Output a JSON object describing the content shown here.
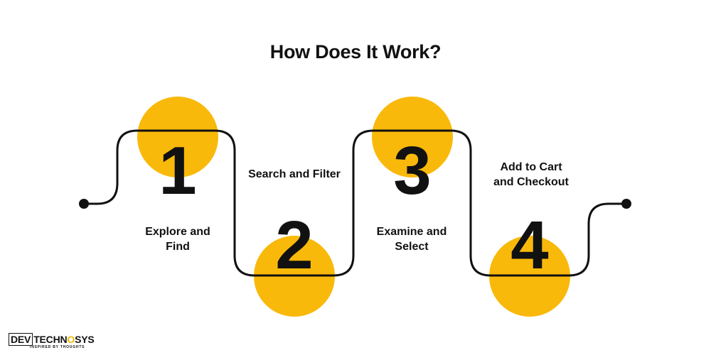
{
  "title": "How Does It Work?",
  "steps": [
    {
      "number": "1",
      "label": "Explore and\nFind"
    },
    {
      "number": "2",
      "label": "Search and Filter"
    },
    {
      "number": "3",
      "label": "Examine and\nSelect"
    },
    {
      "number": "4",
      "label": "Add to Cart\nand Checkout"
    }
  ],
  "colors": {
    "accent": "#f9b90a",
    "line": "#111111",
    "text": "#111111"
  },
  "logo": {
    "dev": "DEV",
    "techno_prefix": "TECHN",
    "techno_o": "O",
    "techno_suffix": "SYS",
    "tagline": "INSPIRED BY THOUGHTS"
  }
}
